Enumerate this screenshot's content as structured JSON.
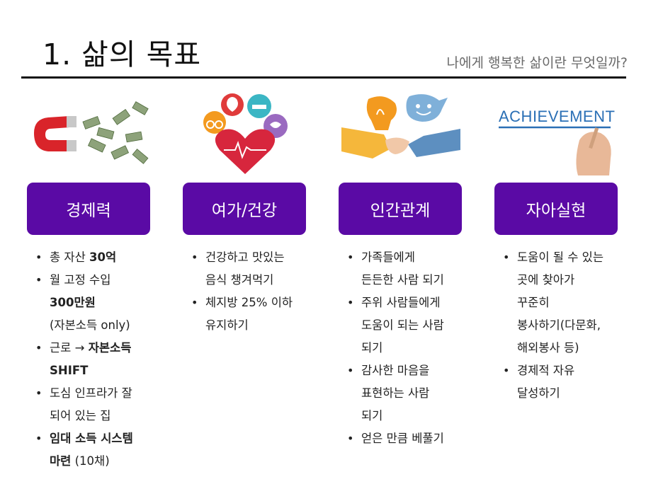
{
  "header": {
    "title": "1. 삶의 목표",
    "subtitle": "나에게 행복한 삶이란 무엇일까?"
  },
  "columns": [
    {
      "image_label": "",
      "box_label": "경제력",
      "items": [
        {
          "parts": [
            [
              "총 자산 ",
              false
            ],
            [
              "30억",
              true
            ]
          ]
        },
        {
          "parts": [
            [
              "월 고정 수입",
              false
            ]
          ]
        },
        {
          "parts": [
            [
              "300만원",
              true
            ]
          ],
          "nobullet": true
        },
        {
          "parts": [
            [
              "(자본소득 only)",
              false
            ]
          ],
          "nobullet": true
        },
        {
          "parts": [
            [
              "근로 → ",
              false
            ],
            [
              "자본소득",
              true
            ]
          ]
        },
        {
          "parts": [
            [
              "SHIFT",
              true
            ]
          ],
          "nobullet": true
        },
        {
          "parts": [
            [
              "도심 인프라가 잘",
              false
            ]
          ]
        },
        {
          "parts": [
            [
              "되어 있는 집",
              false
            ]
          ],
          "nobullet": true
        },
        {
          "parts": [
            [
              "임대 소득 시스템",
              true
            ]
          ]
        },
        {
          "parts": [
            [
              "마련",
              true
            ],
            [
              " (10채)",
              false
            ]
          ],
          "nobullet": true
        }
      ]
    },
    {
      "image_label": "",
      "box_label": "여가/건강",
      "items": [
        {
          "parts": [
            [
              "건강하고 맛있는",
              false
            ]
          ]
        },
        {
          "parts": [
            [
              "음식 챙겨먹기",
              false
            ]
          ],
          "nobullet": true
        },
        {
          "parts": [
            [
              "체지방 25% 이하",
              false
            ]
          ]
        },
        {
          "parts": [
            [
              "유지하기",
              false
            ]
          ],
          "nobullet": true
        }
      ]
    },
    {
      "image_label": "",
      "box_label": "인간관계",
      "items": [
        {
          "parts": [
            [
              "가족들에게",
              false
            ]
          ]
        },
        {
          "parts": [
            [
              "든든한 사람 되기",
              false
            ]
          ],
          "nobullet": true
        },
        {
          "parts": [
            [
              "주위 사람들에게",
              false
            ]
          ]
        },
        {
          "parts": [
            [
              "도움이 되는 사람",
              false
            ]
          ],
          "nobullet": true
        },
        {
          "parts": [
            [
              "되기",
              false
            ]
          ],
          "nobullet": true
        },
        {
          "parts": [
            [
              "감사한 마음을",
              false
            ]
          ]
        },
        {
          "parts": [
            [
              "표현하는 사람",
              false
            ]
          ],
          "nobullet": true
        },
        {
          "parts": [
            [
              "되기",
              false
            ]
          ],
          "nobullet": true
        },
        {
          "parts": [
            [
              "얻은 만큼 베풀기",
              false
            ]
          ]
        }
      ]
    },
    {
      "image_label": "ACHIEVEMENT",
      "box_label": "자아실현",
      "items": [
        {
          "parts": [
            [
              "도움이 될 수 있는",
              false
            ]
          ]
        },
        {
          "parts": [
            [
              "곳에 찾아가",
              false
            ]
          ],
          "nobullet": true
        },
        {
          "parts": [
            [
              "꾸준히",
              false
            ]
          ],
          "nobullet": true
        },
        {
          "parts": [
            [
              "봉사하기(다문화,",
              false
            ]
          ],
          "nobullet": true
        },
        {
          "parts": [
            [
              "해외봉사 등)",
              false
            ]
          ],
          "nobullet": true
        },
        {
          "parts": [
            [
              "경제적 자유",
              false
            ]
          ]
        },
        {
          "parts": [
            [
              "달성하기",
              false
            ]
          ],
          "nobullet": true
        }
      ]
    }
  ],
  "colors": {
    "box": "#5a0aa5",
    "rule": "#111111",
    "subtitle": "#6a6a6a"
  },
  "icons": [
    "magnet-money-icon",
    "health-leisure-icon",
    "handshake-idea-icon",
    "achievement-hand-icon"
  ]
}
